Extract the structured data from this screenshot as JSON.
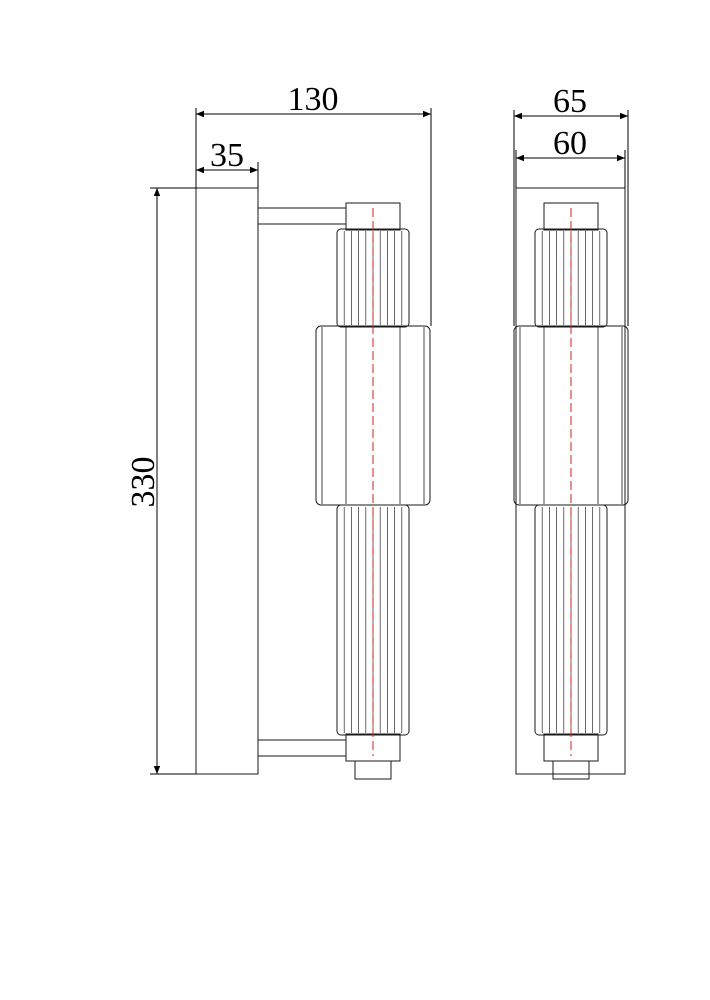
{
  "dimensions": {
    "overall_depth": "130",
    "backplate_depth": "35",
    "height": "330",
    "front_width_outer": "65",
    "front_width_inner": "60"
  },
  "colors": {
    "line": "#1a1a1a",
    "centerline": "#d21f1f"
  }
}
